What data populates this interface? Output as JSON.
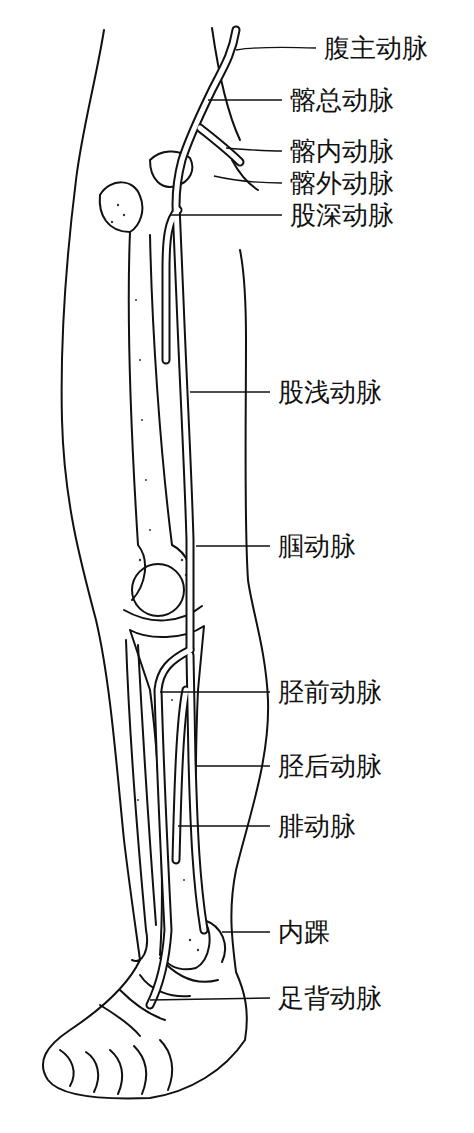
{
  "diagram": {
    "labels": [
      "腹主动脉",
      "髂总动脉",
      "髂内动脉",
      "髂外动脉",
      "股深动脉",
      "股浅动脉",
      "腘动脉",
      "胫前动脉",
      "胫后动脉",
      "腓动脉",
      "内踝",
      "足背动脉"
    ]
  }
}
